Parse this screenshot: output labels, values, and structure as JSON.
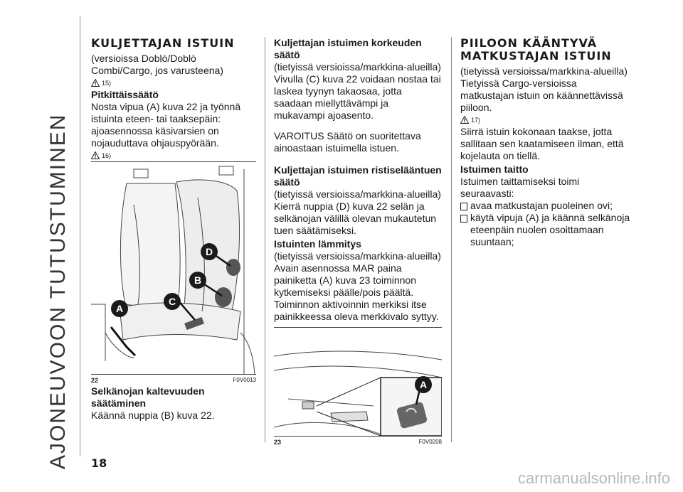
{
  "side_title": "AJONEUVOON TUTUSTUMINEN",
  "page_number": "18",
  "watermark": "carmanualsonline.info",
  "col1": {
    "title": "KULJETTAJAN ISTUIN",
    "intro": "(versioissa Doblò/Doblò Combi/Cargo, jos varusteena)",
    "warn1": "15)",
    "sub1": "Pitkittäissäätö",
    "text1": "Nosta vipua (A) kuva 22 ja työnnä istuinta eteen- tai taaksepäin: ajoasennossa käsivarsien on nojauduttava ohjauspyörään.",
    "warn2": "16)",
    "fig_num": "22",
    "fig_code": "F0V0013",
    "labels": [
      "A",
      "B",
      "C",
      "D"
    ],
    "sub2": "Selkänojan kaltevuuden säätäminen",
    "text2": "Käännä nuppia (B) kuva 22."
  },
  "col2": {
    "sub1": "Kuljettajan istuimen korkeuden säätö",
    "text1a": "(tietyissä versioissa/markkina-alueilla)",
    "text1b": "Vivulla (C) kuva 22 voidaan nostaa tai laskea tyynyn takaosaa, jotta saadaan miellyttävämpi ja mukavampi ajoasento.",
    "text2": "VAROITUS Säätö on suoritettava ainoastaan istuimella istuen.",
    "sub2": "Kuljettajan istuimen ristiselääntuen säätö",
    "text3a": "(tietyissä versioissa/markkina-alueilla)",
    "text3b": "Kierrä nuppia (D) kuva 22 selän ja selkänojan välillä olevan mukautetun tuen säätämiseksi.",
    "sub3": "Istuinten lämmitys",
    "text4a": "(tietyissä versioissa/markkina-alueilla)",
    "text4b": "Avain asennossa MAR paina painiketta (A) kuva 23 toiminnon kytkemiseksi päälle/pois päältä.",
    "text4c": "Toiminnon aktivoinnin merkiksi itse painikkeessa oleva merkkivalo syttyy.",
    "fig_num": "23",
    "fig_code": "F0V0208",
    "label": "A"
  },
  "col3": {
    "title": "PIILOON KÄÄNTYVÄ MATKUSTAJAN ISTUIN",
    "text1": "(tietyissä versioissa/markkina-alueilla)",
    "text2": "Tietyissä Cargo-versioissa matkustajan istuin on käännettävissä piiloon.",
    "warn1": "17)",
    "text3": "Siirrä istuin kokonaan taakse, jotta sallitaan sen kaatamiseen ilman, että kojelauta on tiellä.",
    "sub1": "Istuimen taitto",
    "text4": "Istuimen taittamiseksi toimi seuraavasti:",
    "bullets": [
      "avaa matkustajan puoleinen ovi;",
      "käytä vipuja (A) ja käännä selkänoja eteenpäin nuolen osoittamaan suuntaan;"
    ]
  }
}
